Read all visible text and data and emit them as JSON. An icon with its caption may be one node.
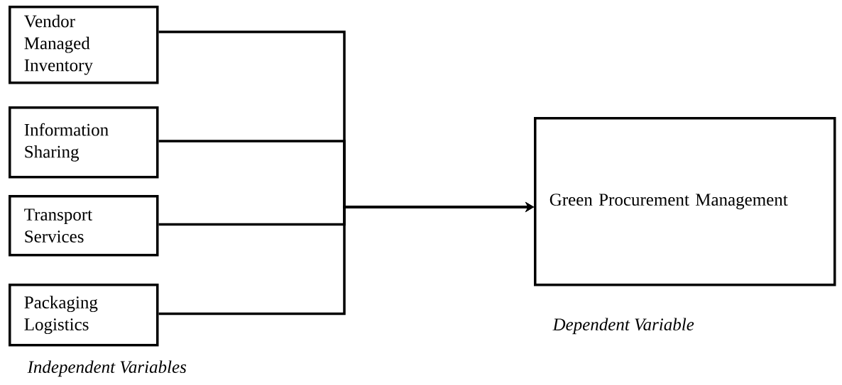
{
  "diagram": {
    "nodes": [
      {
        "text": [
          "Vendor Managed Inventory"
        ]
      },
      {
        "text": [
          "Information Sharing"
        ]
      },
      {
        "text": [
          "Transport Services"
        ]
      },
      {
        "text": [
          "Packaging Logistics"
        ]
      },
      {
        "text": [
          "Green Procurement Management"
        ],
        "beside": [
          "Dependent Variable"
        ]
      }
    ],
    "edges": [
      {
        "from": 0,
        "to": 4,
        "arrow": "to"
      },
      {
        "from": 1,
        "to": 4,
        "arrow": "to"
      },
      {
        "from": 2,
        "to": 4,
        "arrow": "to"
      },
      {
        "from": 3,
        "to": 4,
        "arrow": "to"
      }
    ],
    "labels": [
      "Independent Variables"
    ]
  }
}
